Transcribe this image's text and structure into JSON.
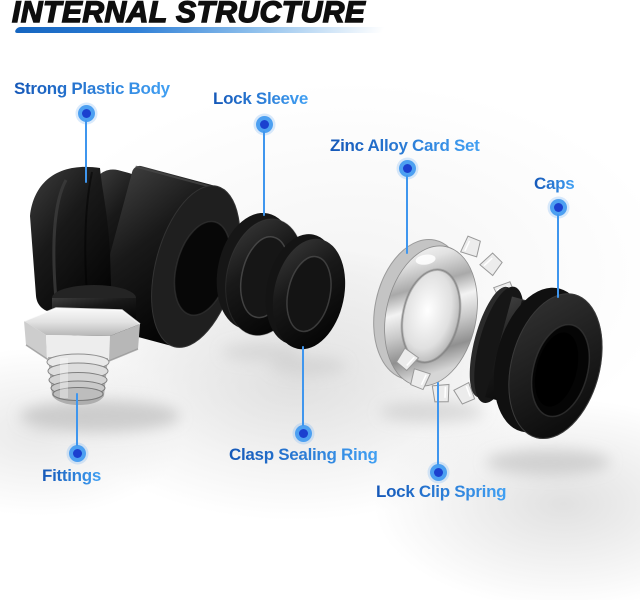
{
  "title": "INTERNAL STRUCTURE",
  "labels": {
    "strong_plastic_body": "Strong Plastic Body",
    "lock_sleeve": "Lock Sleeve",
    "zinc_alloy_card_set": "Zinc Alloy Card Set",
    "caps": "Caps",
    "fittings": "Fittings",
    "clasp_sealing_ring": "Clasp Sealing Ring",
    "lock_clip_spring": "Lock Clip Spring"
  },
  "colors": {
    "title_text": "#0e0e0e",
    "underline_start": "#1565c0",
    "underline_end": "#bcd9f3",
    "label_gradient_start": "#1558b8",
    "label_gradient_end": "#41a0f3",
    "callout_line": "#3f96ee",
    "dot_inner": "#1b40cf",
    "dot_outer": "#4da0f1",
    "part_black": "#141414",
    "part_chrome": "#d9d9d9"
  }
}
